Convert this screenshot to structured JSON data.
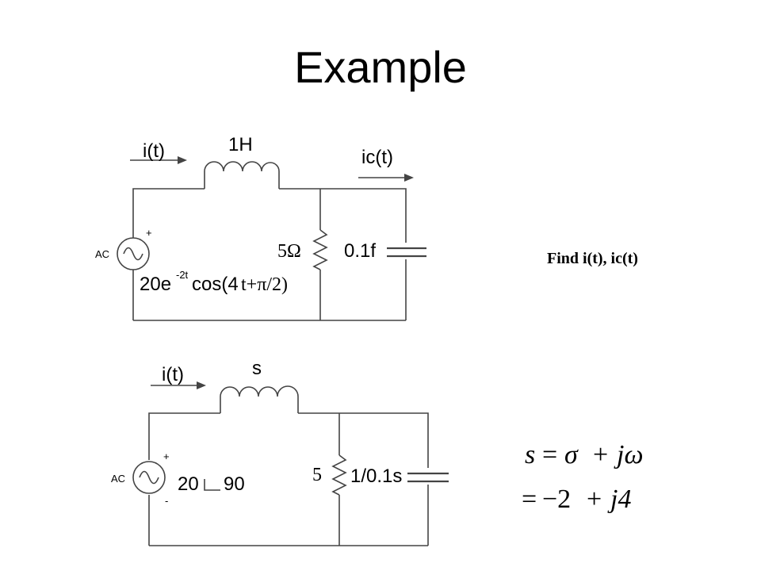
{
  "title": "Example",
  "circuit1": {
    "current_label": "i(t)",
    "inductor_label": "1H",
    "cap_current_label": "ic(t)",
    "source_type": "AC",
    "plus": "+",
    "resistor_label": "5Ω",
    "capacitor_label": "0.1f",
    "source_amp": "20e",
    "source_exp": "-2t",
    "source_cos": "cos(4",
    "source_phase": "t+π/2)"
  },
  "circuit2": {
    "current_label": "i(t)",
    "inductor_label": "s",
    "source_type": "AC",
    "plus": "+",
    "minus": "-",
    "source_mag": "20",
    "source_angle": "90",
    "resistor_label": "5",
    "capacitor_label": "1/0.1s"
  },
  "task": "Find i(t), ic(t)",
  "equation": {
    "line1_lhs": "s",
    "line1_rhs_a": "σ",
    "line1_rhs_b": "jω",
    "line2_a": "−2",
    "line2_b": "j4"
  }
}
